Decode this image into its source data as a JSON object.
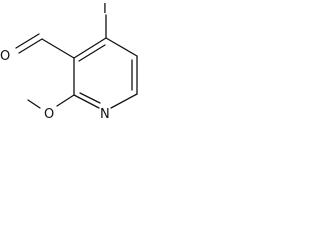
{
  "molecule": {
    "atoms": {
      "iodine": "I",
      "aldehyde_oxygen": "O",
      "ring_nitrogen": "N",
      "methoxy_oxygen": "O"
    },
    "colors": {
      "bond": "#111111",
      "background": "#ffffff"
    }
  }
}
